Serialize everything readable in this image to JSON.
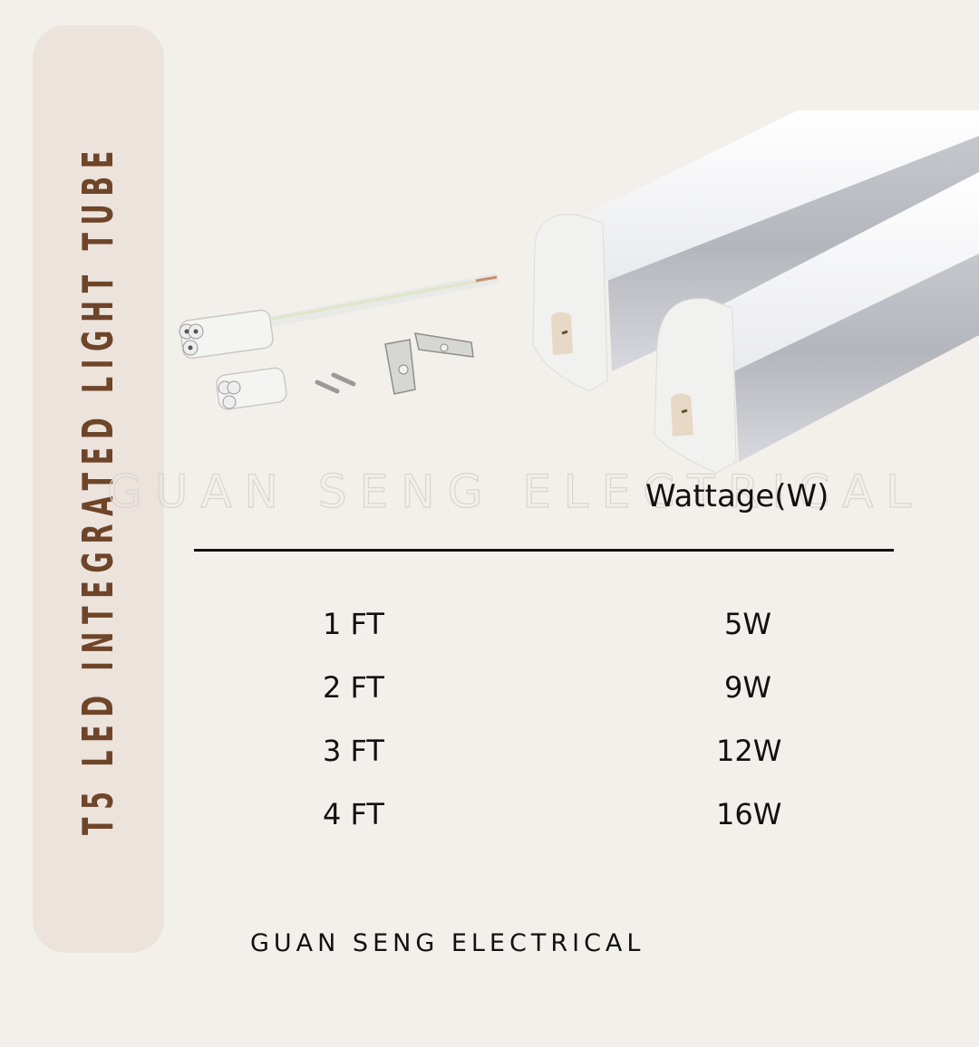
{
  "side_title": "T5 LED INTEGRATED LIGHT TUBE",
  "watermark": "GUAN SENG ELECTRICAL",
  "table": {
    "header": "Wattage(W)",
    "rows": [
      {
        "length": "1 FT",
        "wattage": "5W"
      },
      {
        "length": "2 FT",
        "wattage": "9W"
      },
      {
        "length": "3 FT",
        "wattage": "12W"
      },
      {
        "length": "4 FT",
        "wattage": "16W"
      }
    ]
  },
  "footer": "GUAN SENG ELECTRICAL",
  "colors": {
    "background": "#f3f0eb",
    "side_panel": "#ece3dd",
    "title_brown": "#6e4529",
    "text": "#111111"
  },
  "images": {
    "accessories": "connector-cable-clips-screws",
    "tubes": "t5-led-tube-pair"
  }
}
